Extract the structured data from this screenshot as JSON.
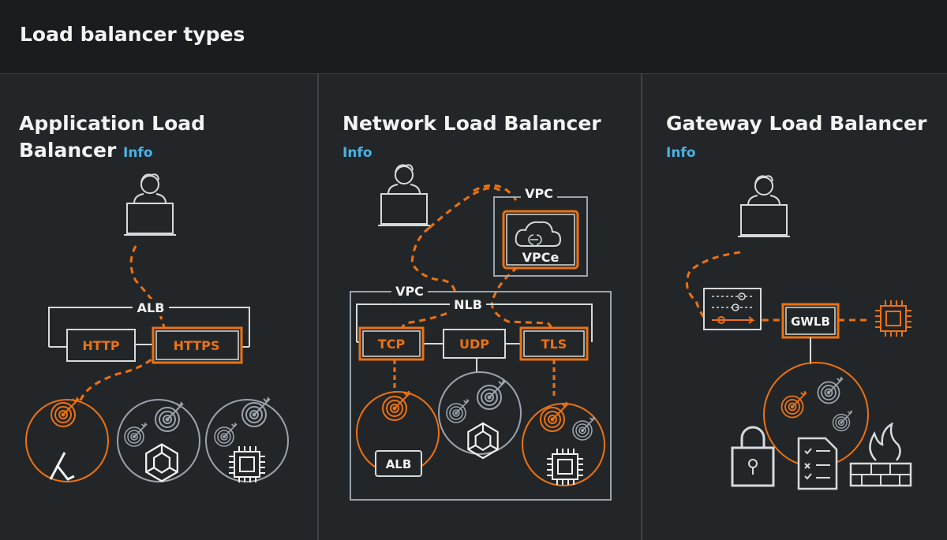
{
  "page": {
    "title": "Load balancer types"
  },
  "cards": [
    {
      "title_line1": "Application Load",
      "title_line2": "Balancer",
      "info_label": "Info",
      "diagram": {
        "alb_label": "ALB",
        "http_label": "HTTP",
        "https_label": "HTTPS"
      }
    },
    {
      "title": "Network Load Balancer",
      "info_label": "Info",
      "diagram": {
        "vpc_top_label": "VPC",
        "vpce_label": "VPCe",
        "vpc_label": "VPC",
        "nlb_label": "NLB",
        "tcp_label": "TCP",
        "udp_label": "UDP",
        "tls_label": "TLS",
        "alb_label": "ALB"
      }
    },
    {
      "title": "Gateway Load Balancer",
      "info_label": "Info",
      "diagram": {
        "gwlb_label": "GWLB"
      }
    }
  ],
  "colors": {
    "accent": "#ec7211",
    "line": "#d5dbdb",
    "link": "#49b3e6",
    "background": "#232629",
    "header": "#1a1d20"
  },
  "icons": [
    "user-laptop-icon",
    "target-icon",
    "lambda-icon",
    "container-icon",
    "chip-icon",
    "cloud-link-icon",
    "firewall-icon",
    "lock-icon",
    "checklist-icon",
    "sliders-icon"
  ]
}
